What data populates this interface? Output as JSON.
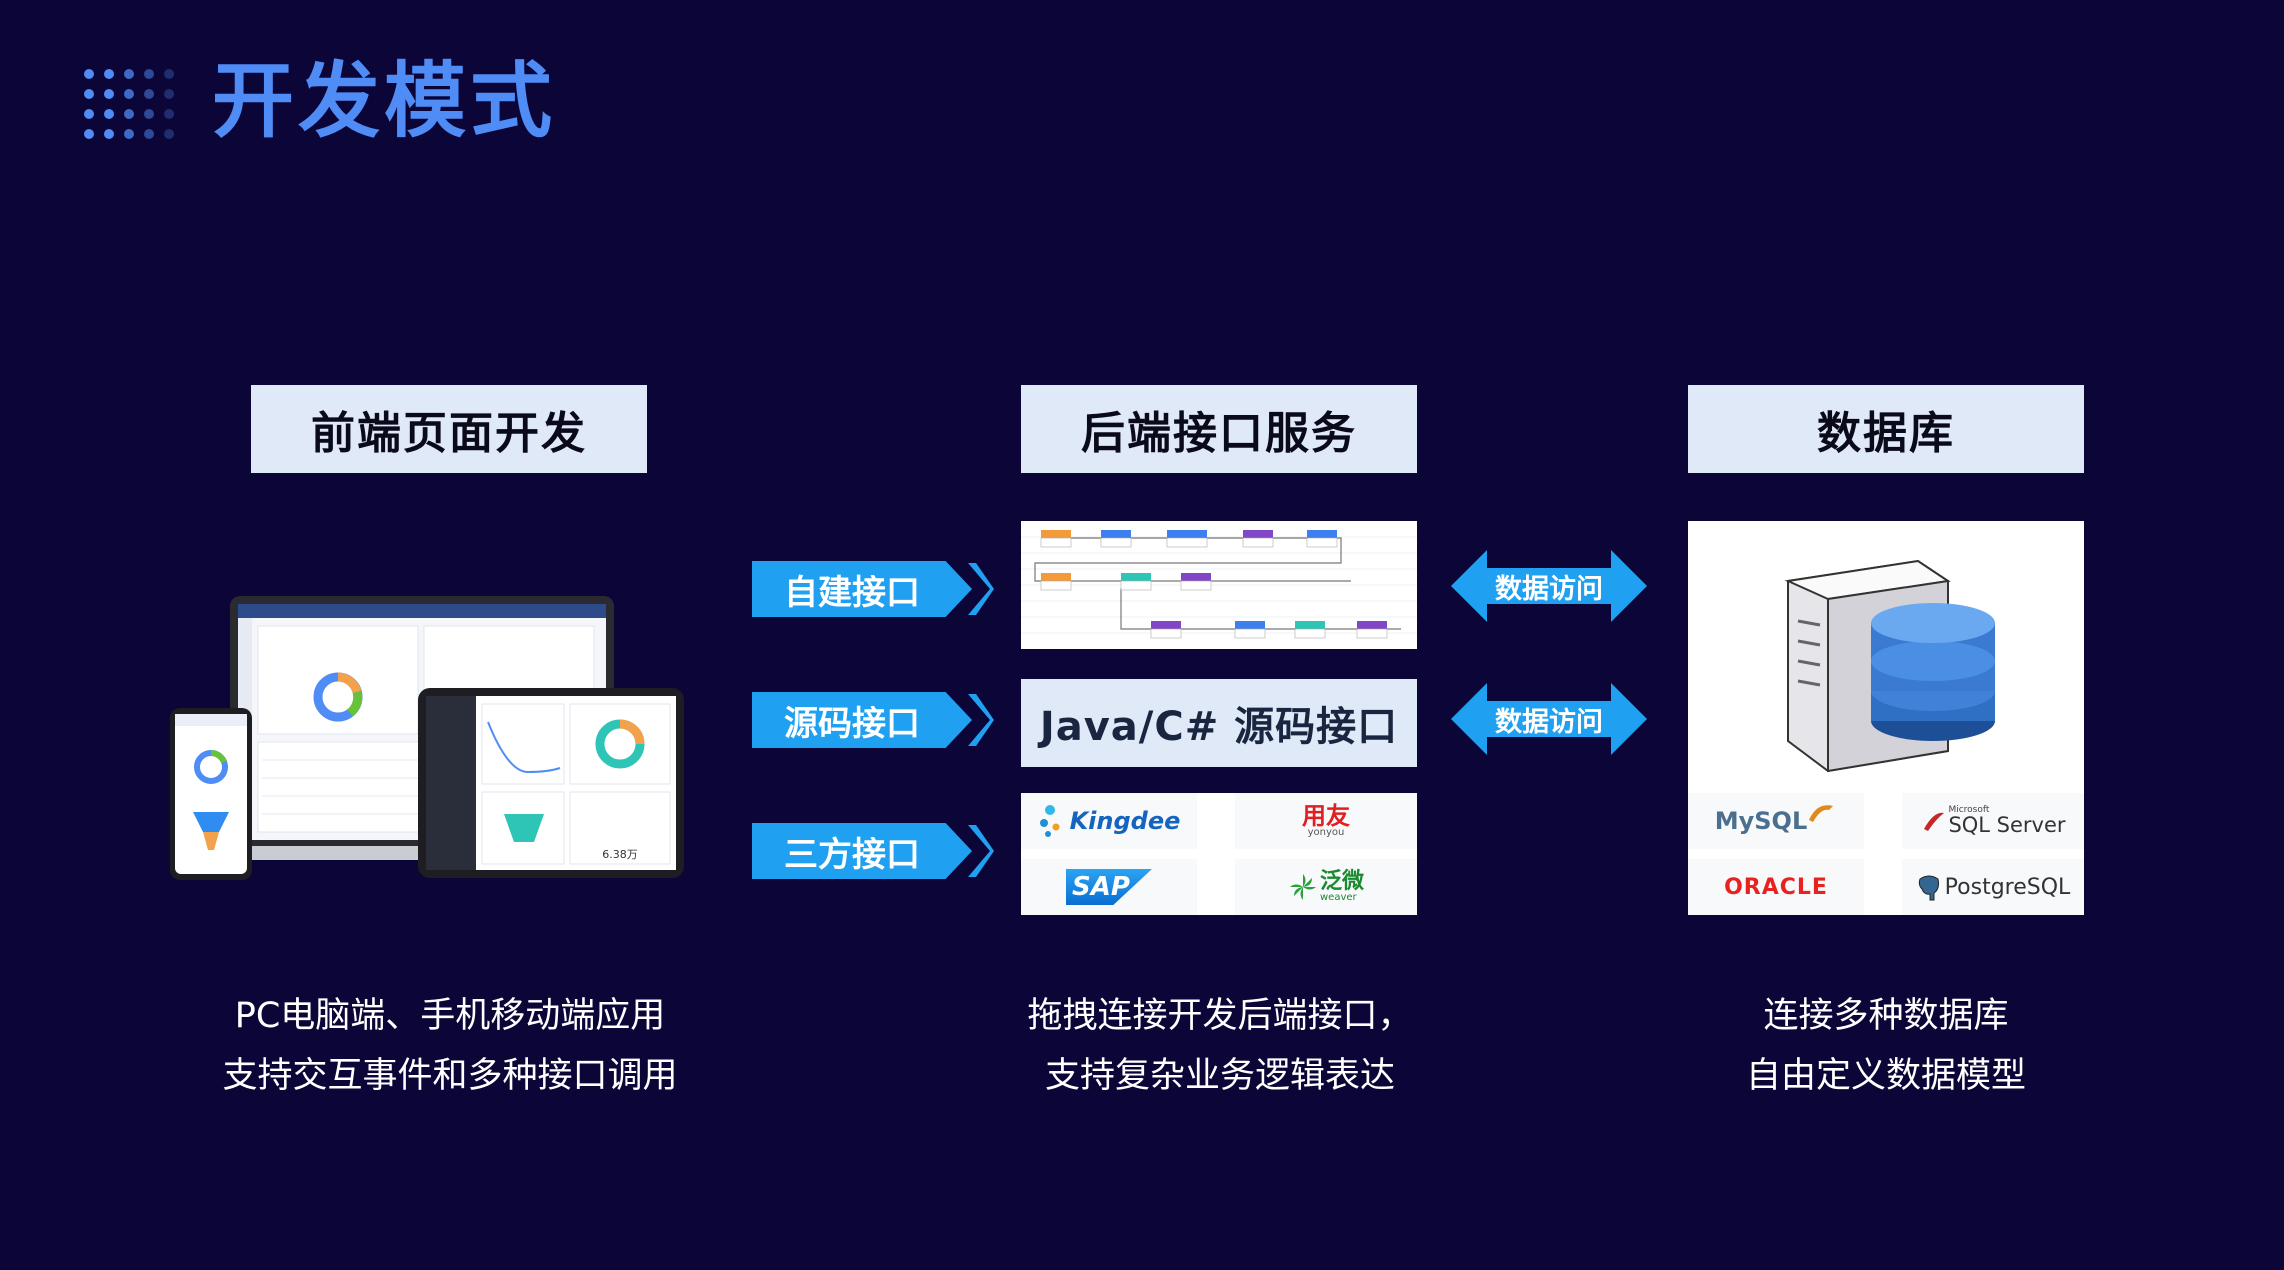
{
  "page_title": "开发模式",
  "columns": [
    {
      "header": "前端页面开发",
      "caption_lines": [
        "PC电脑端、手机移动端应用",
        "支持交互事件和多种接口调用"
      ]
    },
    {
      "header": "后端接口服务",
      "caption_lines": [
        "拖拽连接开发后端接口，",
        "支持复杂业务逻辑表达"
      ]
    },
    {
      "header": "数据库",
      "caption_lines": [
        "连接多种数据库",
        "自由定义数据模型"
      ]
    }
  ],
  "interface_tags": [
    "自建接口",
    "源码接口",
    "三方接口"
  ],
  "source_code_box": "Java/C# 源码接口",
  "third_party_logos": [
    "Kingdee",
    "用友",
    "yonyou",
    "SAP",
    "泛微",
    "weaver"
  ],
  "data_access_labels": [
    "数据访问",
    "数据访问"
  ],
  "database_logos": [
    "MySQL",
    "Microsoft",
    "SQL Server",
    "ORACLE",
    "PostgreSQL"
  ],
  "tablet_stat": "6.38万",
  "colors": {
    "background": "#0c0638",
    "accent": "#4f8cf5",
    "tag": "#1fa0f0",
    "header_bg": "#dfe9f8"
  }
}
